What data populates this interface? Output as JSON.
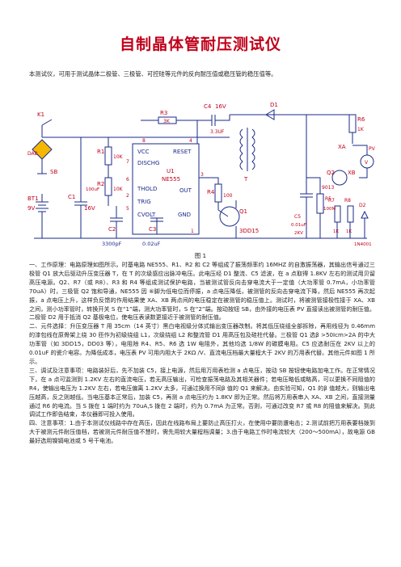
{
  "title": "自制晶体管耐压测试仪",
  "intro": "本测试仪，可用于测试晶体二极管、三极管、可控硅等元件的反向耐压值或稳压管的稳压值等。",
  "figure": {
    "caption": "图 1",
    "labels": {
      "k1": "K1",
      "dab": "DAB",
      "sb": "SB",
      "bt1": "BT1",
      "bt1_v": "9V",
      "c1": "C1",
      "c1_val": "100uF",
      "c1_v": "16V",
      "r1": "R1",
      "r1_val": "10K",
      "r2": "R2",
      "r2_val": "10K",
      "r3": "R3",
      "r3_val": "3K",
      "c4": "C4",
      "c4_v": "16V",
      "c4_val": "3.3UF",
      "vcc": "VCC",
      "reset": "RESET",
      "dischg": "DISCHG",
      "u1": "U1",
      "ne555": "NE555",
      "thold": "THOLD",
      "out": "OUT",
      "trig": "TRIG",
      "cvolt": "CVOLT",
      "gnd": "GND",
      "c2": "C2",
      "c2_val": "3300pF",
      "c3": "C3",
      "c3_val": "0.02uF",
      "r4": "R4",
      "r4_val": "100",
      "q1": "Q1",
      "q1_type": "3DD15",
      "t": "T",
      "d1": "D1",
      "c5": "C5",
      "c5_val": "0.01uF",
      "c5_v": "2KV",
      "r5": "R5",
      "r5_val": "100M",
      "r6": "R6",
      "r6_val": "1K",
      "xa": "XA",
      "xb": "XB",
      "v": "V",
      "pv": "PV",
      "q2": "Q2",
      "q2_type": "9013",
      "r7": "R7",
      "r7_val": "1K",
      "r8": "R8",
      "r8_val": "1K",
      "d2": "D2",
      "d2_type": "1N4001",
      "pin1": "1",
      "pin2": "2",
      "pin3": "3",
      "pin4": "4",
      "pin5": "5",
      "pin6": "6",
      "pin7": "7",
      "pin8": "8"
    }
  },
  "paragraphs": [
    "一、工作原理：电路原理如图所示。时基电路 NE555、R1、R2 和 C2 等组成了振荡频率约 16MHZ 的自激振荡器，其输出信号通过三极管 Q1 放大后驱动升压变压器 T，在 T 的次级感应出脉冲电压。此电压经 D1 整流、C5 滤波，在 a 点取得 1.8KV 左右的测试用贝留高压电源。Q2、R7（或 R8）、R3 和 R4 等组成测试保护电路，当被测试管反向击穿电流大于一定值（大功率管 0.7mA，小功率管 70uA）时，三极管 Q2 饱和导通，NE555 因 ⑥脚为低电位而停振，a 点电压降低，被测管的反向击穿电流下降，然后 NE555 再次起振，a 点电压上升，这样负反馈的作用结果使 XA、XB 两点间的电压稳定在被测管的稳压值上。测试时，将被测管接极性接于 XA、XB 之间，测小功率管时，转换开关 S 在“1”端，测大功率管时，S 在“2”端。按动按钮 SB，由外接的电压表 PV 直接读出被测管的耐压值。二极管 D2 用于抵消 Q2 基极电位，使电压表读数更接近于被测管的耐压值。",
    "二、元件选择：升压变压器 T 用 35cm（14 英寸）黑白电视级分体式输出变压器改制。将其低压绕组全部拆除，再用线径为 0.46mm 的漆包线在原骨架上绕 30 匝作为初级绕组 L1，次级绕组 L2 和整流管 D1 用高压包及硅柱代替。三极管 Q1 选β >50Icm>2A 的中大功率管（如 3DD15，DD03 等），电阻除 R4、R5、R6 选 1W 电阻外，其他均选 1/8W 的碳膜电阻。C5 应选耐压在 2KV 以上的 0.01uF 的瓷介电容。为降低成本，电压表 PV 可用内阻大于 2KΩ /V、直流电压档最大量程大于 2KV 的万用表代替。其他元件如图 1 所示。",
    "三、调试及注意事项：电路装好后，先不加装 C5，接上电源，然后用万用表检测 a 点电压，按动 SB 按钮使电路加电工作。在正常情况下，在 a 点可监测到 1.2KV 左右的直流电压，若无高压输出，可检查振荡电路及其相关器件；若电压略低或略高，可以更换不同阻值的 R4，使输出电压为 1.2KV 左右，若电压偏离 1.2KV 太多，可通过换用不同β 值的 Q1 来解决。由实验可知，Q1 的β 值越大，则输出电压越高，反之则越低。当电压基本正常后，加装 C5，再测 a 点电压约为 1.8KV 即为正常。然后将万用表串入 XA、XB 之间，直接测量通过 R6 的电流。当 S 拨在 1 端时约为 70uA,S 拨在 2 端时，约为 0.7mA 为正常。否则，可通过改变 R7 或 R8 的阻值来解决。到此调试工作即告结束，本仪器即可投入使用。",
    "四、注意事项：1.由于本测试仪线路中存在高压，因此在线路布局上要防止高压打火，在使用中要防遭电击；2.测试前把万用表要档拨到大于被测元件耐压值档，若被测元件耐压值不慧时，需先用较大量程档调量；3.由于电路工作时电流较大（200～500mA），故电源 GB 最好选用镍镉电池或 5 号干电池。"
  ],
  "colors": {
    "title": "#c0001a",
    "wire": "#1a2a8a",
    "component_label": "#c0001a",
    "dab_fill": "#f5b800"
  }
}
